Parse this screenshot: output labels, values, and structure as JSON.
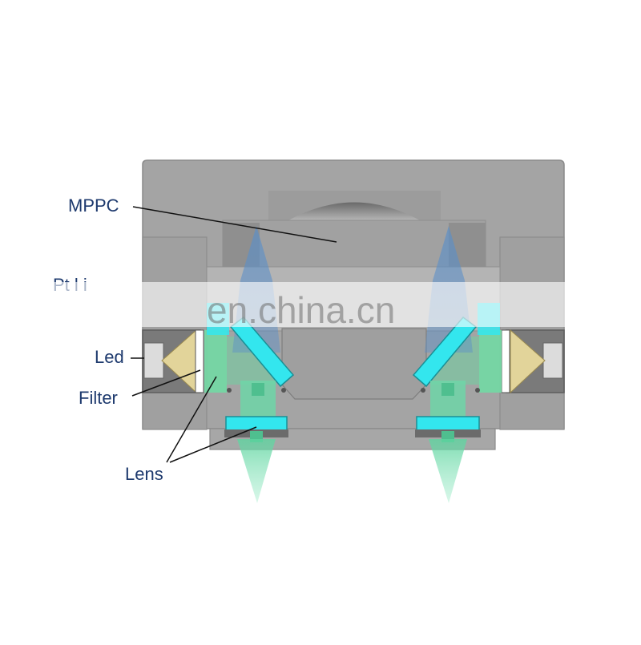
{
  "labels": {
    "mppc": "MPPC",
    "led": "Led",
    "filter": "Filter",
    "lens": "Lens",
    "partial_obscured": "Pt  l  i"
  },
  "watermark": "en.china.cn",
  "colors": {
    "housing": "#a3a3a3",
    "housing_dark": "#8e8e8e",
    "cyan": "#33e6ee",
    "green_beam": "#6fd6a8",
    "blue_beam": "#5b8fc8",
    "label_text": "#1e3a6e",
    "led_cone": "#e2d49a"
  }
}
